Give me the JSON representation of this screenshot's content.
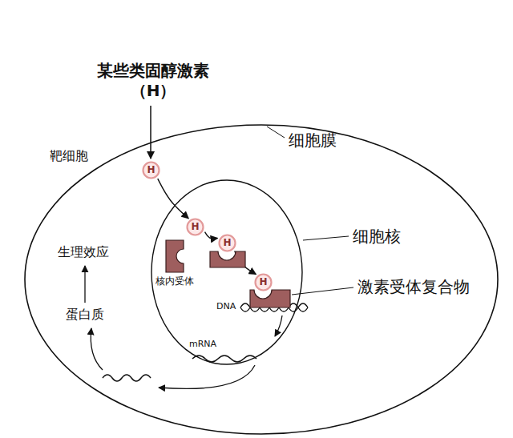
{
  "diagram": {
    "title": "某些类固醇激素 （H）",
    "nodes": [
      {
        "text": [
          "靶细胞"
        ]
      },
      {
        "text": [
          "细胞核"
        ],
        "in": 0
      },
      {
        "text": [
          "H"
        ],
        "in": 0
      },
      {
        "text": [
          "H"
        ],
        "in": 1
      },
      {
        "text": [
          "H"
        ],
        "in": 1
      },
      {
        "text": [
          "H"
        ],
        "in": 1
      }
    ],
    "edges": [
      {
        "from": 2,
        "to": 3,
        "arrow": "to"
      },
      {
        "from": 3,
        "to": 4,
        "arrow": "to"
      },
      {
        "from": 4,
        "to": 5,
        "arrow": "to"
      }
    ],
    "labels": [
      "细胞膜",
      "生理效应",
      "蛋白质",
      "核内受体",
      "激素受体复合物",
      "DNA",
      "mRNA"
    ]
  }
}
